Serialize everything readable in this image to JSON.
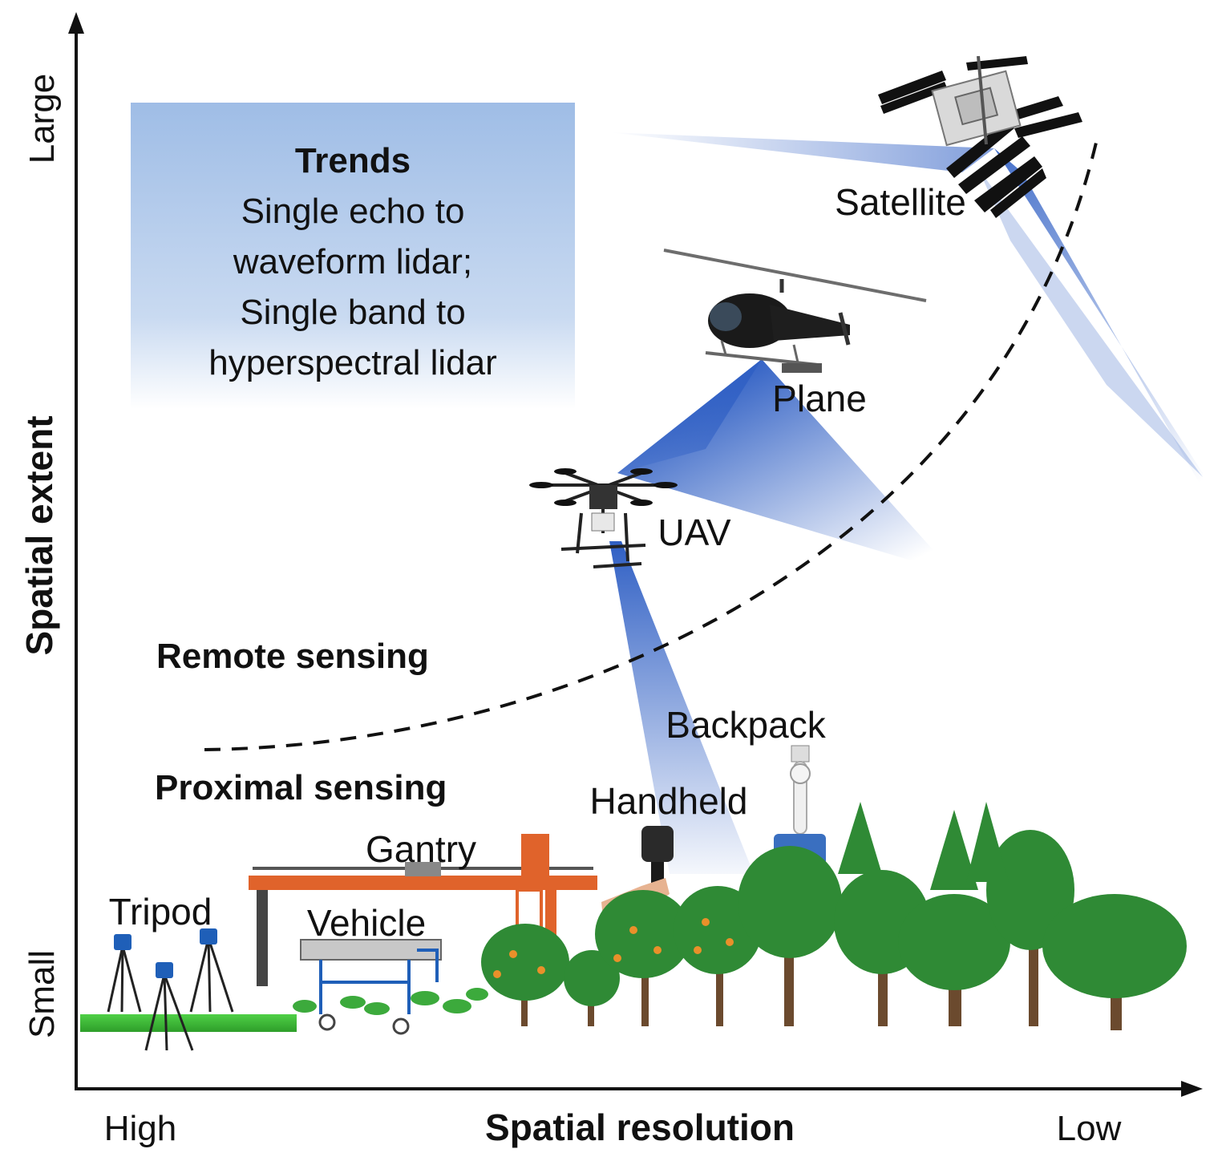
{
  "axes": {
    "y_title": "Spatial extent",
    "y_top": "Large",
    "y_bottom": "Small",
    "x_title": "Spatial resolution",
    "x_left": "High",
    "x_right": "Low"
  },
  "trends": {
    "heading": "Trends",
    "lines": [
      "Single echo to",
      "waveform lidar;",
      "Single band to",
      "hyperspectral lidar"
    ]
  },
  "regions": {
    "remote": "Remote sensing",
    "proximal": "Proximal sensing"
  },
  "platforms": {
    "satellite": "Satellite",
    "plane": "Plane",
    "uav": "UAV",
    "backpack": "Backpack",
    "handheld": "Handheld",
    "gantry": "Gantry",
    "vehicle": "Vehicle",
    "tripod": "Tripod"
  },
  "colors": {
    "beam": "#2f5fc4",
    "trends_box": "#aec6e8",
    "foliage": "#2f8a35",
    "gantry": "#e0632b"
  }
}
